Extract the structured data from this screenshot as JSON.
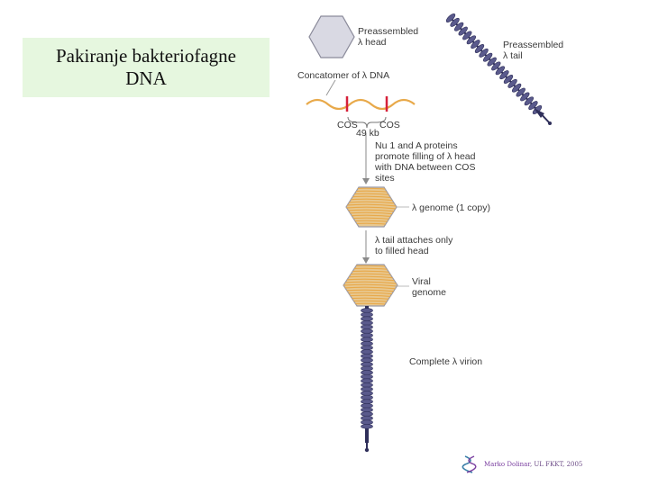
{
  "title": {
    "line1": "Pakiranje bakteriofagne",
    "line2": "DNA"
  },
  "labels": {
    "head_line1": "Preassembled",
    "head_line2": "λ head",
    "tail_line1": "Preassembled",
    "tail_line2": "λ tail",
    "concatemer": "Concatomer of λ DNA",
    "cos_left": "COS",
    "cos_right": "COS",
    "size": "49 kb",
    "step1_line1": "Nu 1 and A proteins",
    "step1_line2": "promote filling of λ head",
    "step1_line3": "with DNA between COS",
    "step1_line4": "sites",
    "genome": "λ genome (1 copy)",
    "step2_line1": "λ tail attaches only",
    "step2_line2": "to filled head",
    "viral_line1": "Viral",
    "viral_line2": "genome",
    "complete": "Complete λ virion"
  },
  "credit": {
    "name": "Marko Dolinar",
    "rest": ", UL FKKT, 2005"
  },
  "colors": {
    "title_bg": "#e6f7df",
    "capsid_fill": "#d9d9e3",
    "capsid_stroke": "#8a8a9a",
    "dna": "#e8a94a",
    "cos_mark": "#d6213a",
    "tail": "#5a5a8c",
    "tail_dark": "#2f2f5a",
    "arrow": "#8a8a8a"
  }
}
